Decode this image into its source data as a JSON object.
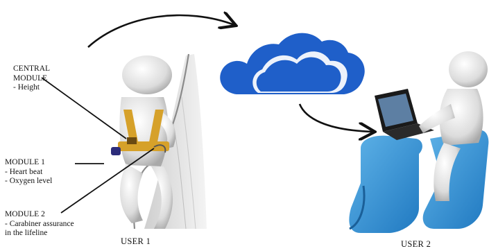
{
  "labels": {
    "central_module": {
      "title_1": "CENTRAL",
      "title_2": "MODULE",
      "items": [
        "- Height"
      ]
    },
    "module_1": {
      "title": "MODULE 1",
      "items": [
        "- Heart beat",
        "- Oxygen level"
      ]
    },
    "module_2": {
      "title": "MODULE 2",
      "items": [
        "- Carabiner assurance",
        "in the lifeline"
      ]
    },
    "user_1": "USER 1",
    "user_2": "USER 2"
  },
  "icons": {
    "cloud": "cloud-icon",
    "climber": "climber-figure",
    "desk_user": "desk-user-figure",
    "laptop": "laptop-icon"
  },
  "colors": {
    "cloud": "#1f5fc9",
    "chair": "#3a9ad8",
    "harness": "#d6a12a",
    "figure": "#e6e6e6",
    "arrows": "#111111"
  }
}
